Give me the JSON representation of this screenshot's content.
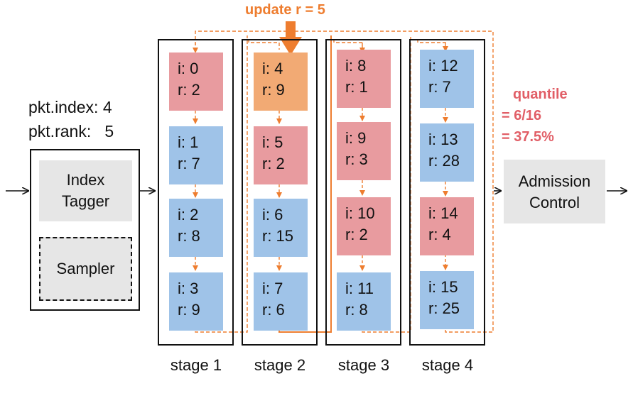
{
  "update_label": "update r = 5",
  "pkt": {
    "index_label": "pkt.index: 4",
    "rank_label": "pkt.rank:   5"
  },
  "tagger": {
    "index_tagger_line1": "Index",
    "index_tagger_line2": "Tagger",
    "sampler_label": "Sampler"
  },
  "admission": {
    "line1": "Admission",
    "line2": "Control"
  },
  "quantile": {
    "line1": "quantile",
    "line2": "= 6/16",
    "line3": "= 37.5%"
  },
  "colors": {
    "red": "#e89b9f",
    "blue": "#9fc3e8",
    "orange": "#f2aa74",
    "accent": "#ee7d2f",
    "quantile": "#e15e66"
  },
  "stages": [
    {
      "label": "stage 1",
      "cells": [
        {
          "i": "i: 0",
          "r": "r: 2",
          "color": "red"
        },
        {
          "i": "i: 1",
          "r": "r: 7",
          "color": "blue"
        },
        {
          "i": "i: 2",
          "r": "r: 8",
          "color": "blue"
        },
        {
          "i": "i: 3",
          "r": "r: 9",
          "color": "blue"
        }
      ]
    },
    {
      "label": "stage 2",
      "cells": [
        {
          "i": "i: 4",
          "r": "r: 9",
          "color": "orange"
        },
        {
          "i": "i: 5",
          "r": "r: 2",
          "color": "red"
        },
        {
          "i": "i: 6",
          "r": "r: 15",
          "color": "blue"
        },
        {
          "i": "i: 7",
          "r": "r: 6",
          "color": "blue"
        }
      ]
    },
    {
      "label": "stage 3",
      "cells": [
        {
          "i": "i: 8",
          "r": "r: 1",
          "color": "red"
        },
        {
          "i": "i: 9",
          "r": "r: 3",
          "color": "red"
        },
        {
          "i": "i: 10",
          "r": "r: 2",
          "color": "red"
        },
        {
          "i": "i: 11",
          "r": "r: 8",
          "color": "blue"
        }
      ]
    },
    {
      "label": "stage 4",
      "cells": [
        {
          "i": "i: 12",
          "r": "r: 7",
          "color": "blue"
        },
        {
          "i": "i: 13",
          "r": "r: 28",
          "color": "blue"
        },
        {
          "i": "i: 14",
          "r": "r: 4",
          "color": "red"
        },
        {
          "i": "i: 15",
          "r": "r: 25",
          "color": "blue"
        }
      ]
    }
  ]
}
